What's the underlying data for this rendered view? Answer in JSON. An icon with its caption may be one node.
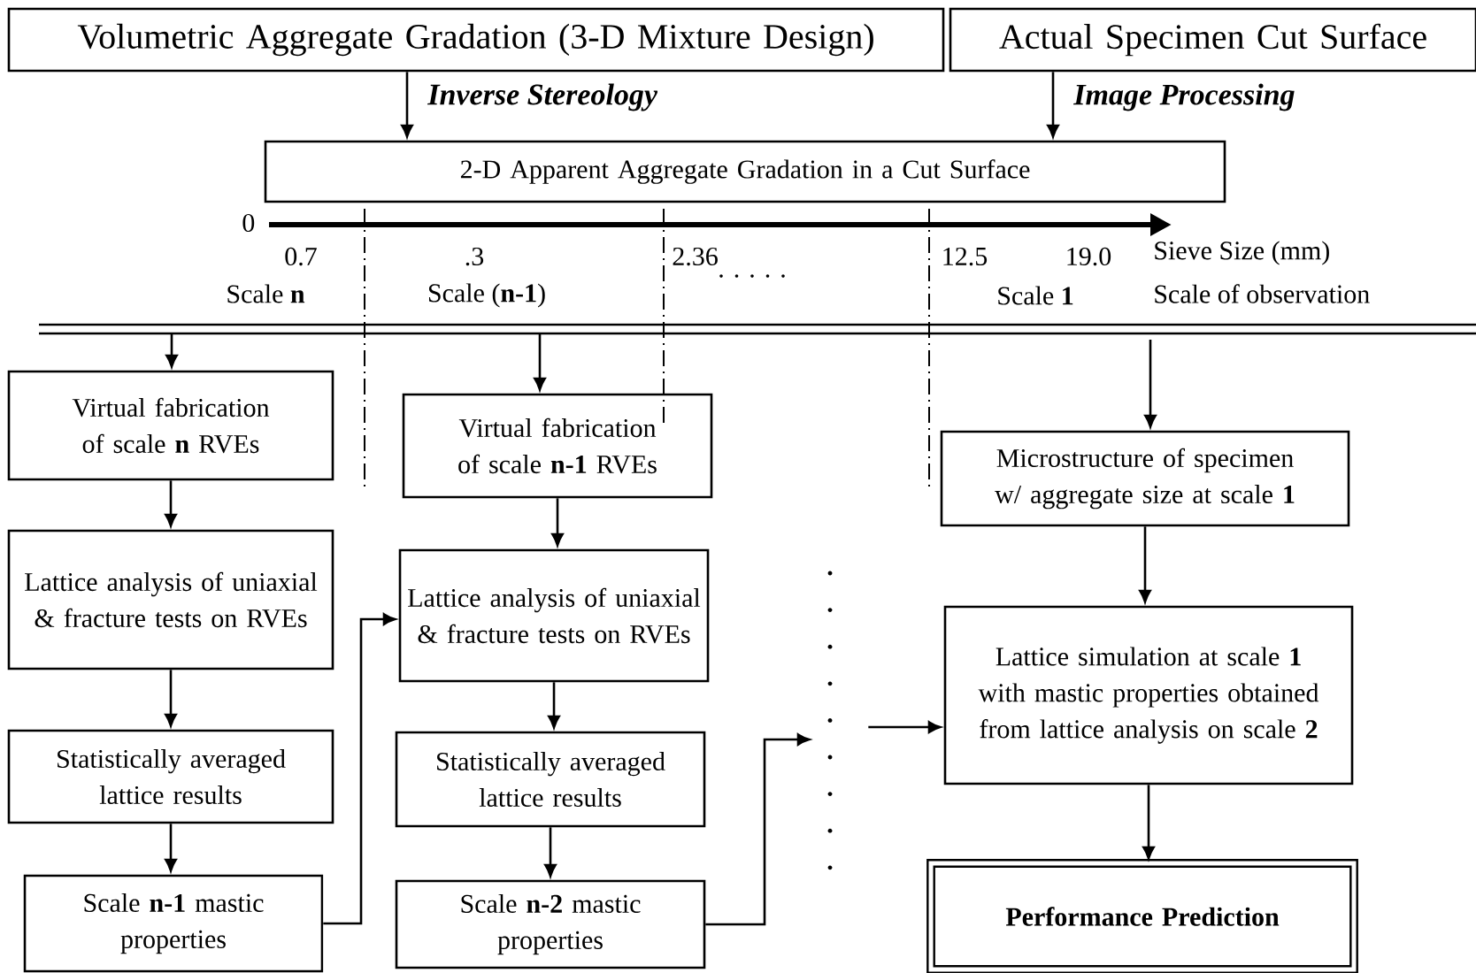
{
  "diagram": {
    "nodes": [
      {
        "text": [
          "Volumetric Aggregate Gradation (3-D Mixture Design)"
        ]
      },
      {
        "text": [
          "Actual Specimen Cut Surface"
        ]
      },
      {
        "text": [
          "2-D Apparent Aggregate Gradation in a Cut Surface"
        ]
      },
      {
        "text": [
          "Virtual fabrication of scale **n** RVEs"
        ]
      },
      {
        "text": [
          "Lattice analysis of uniaxial & fracture tests on RVEs"
        ]
      },
      {
        "text": [
          "Statistically averaged lattice results"
        ]
      },
      {
        "text": [
          "Scale **n-1** mastic properties"
        ]
      },
      {
        "text": [
          "Virtual fabrication of scale **n-1** RVEs"
        ]
      },
      {
        "text": [
          "Lattice analysis of uniaxial & fracture tests on RVEs"
        ]
      },
      {
        "text": [
          "Statistically averaged lattice results"
        ]
      },
      {
        "text": [
          "Scale **n-2** mastic properties"
        ]
      },
      {
        "text": [],
        "shape": "dots"
      },
      {
        "text": [
          "Microstructure of specimen w/ aggregate size at scale **1**"
        ]
      },
      {
        "text": [
          "Lattice simulation at scale **1** with mastic properties obtained from lattice analysis on scale **2**"
        ]
      },
      {
        "text": [
          "Performance Prediction"
        ]
      }
    ],
    "edges": [
      {
        "from": 0,
        "to": 2,
        "arrow": "to",
        "label": "Inverse  Stereology"
      },
      {
        "from": 1,
        "to": 2,
        "arrow": "to",
        "label": "Image Processing"
      },
      {
        "from": null,
        "to": 3,
        "arrow": "to"
      },
      {
        "from": 3,
        "to": 4,
        "arrow": "to"
      },
      {
        "from": 4,
        "to": 5,
        "arrow": "to"
      },
      {
        "from": 5,
        "to": 6,
        "arrow": "to"
      },
      {
        "from": 6,
        "to": 8,
        "arrow": "to"
      },
      {
        "from": null,
        "to": 7,
        "arrow": "to"
      },
      {
        "from": 7,
        "to": 8,
        "arrow": "to"
      },
      {
        "from": 8,
        "to": 9,
        "arrow": "to"
      },
      {
        "from": 9,
        "to": 10,
        "arrow": "to"
      },
      {
        "from": 10,
        "to": 11,
        "arrow": "to"
      },
      {
        "from": 11,
        "to": 13,
        "arrow": "to"
      },
      {
        "from": null,
        "to": 12,
        "arrow": "to"
      },
      {
        "from": 12,
        "to": 13,
        "arrow": "to"
      },
      {
        "from": 13,
        "to": 14,
        "arrow": "to"
      }
    ],
    "labels": [
      "0",
      "0.7",
      ".3",
      "2.36",
      "12.5",
      "19.0",
      "Sieve Size (mm)",
      "Scale **n**",
      "Scale (**n-1**)",
      ". . . . .",
      "Scale **1**",
      "Scale of observation"
    ]
  }
}
